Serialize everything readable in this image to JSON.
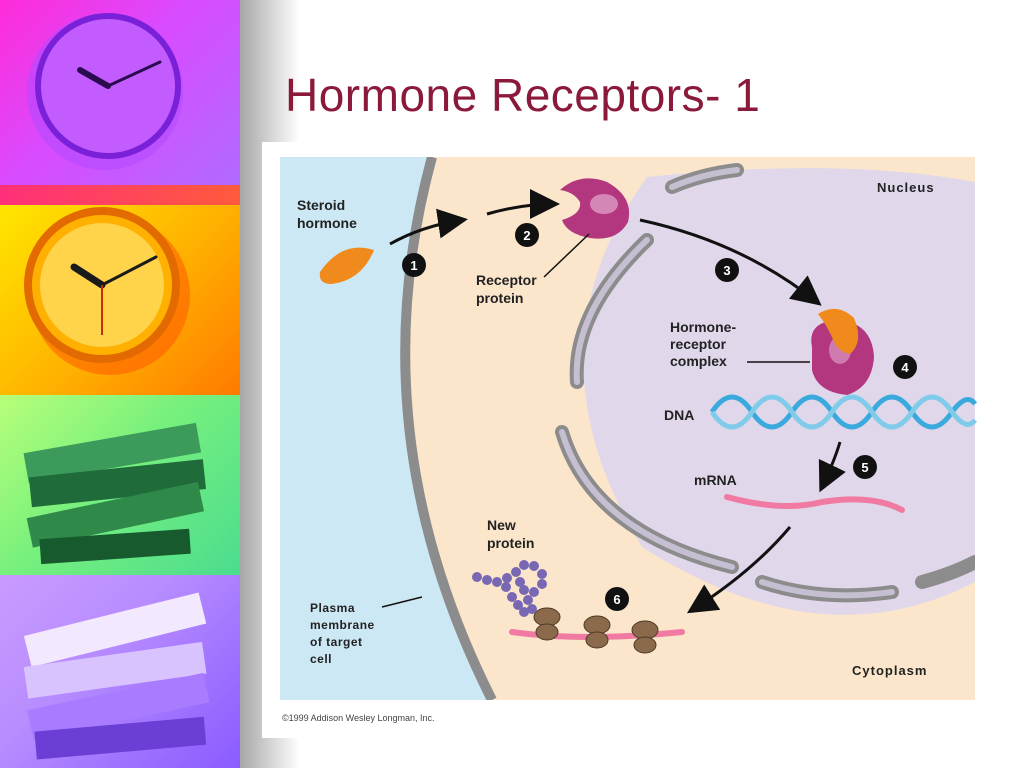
{
  "slide": {
    "title": "Hormone Receptors- 1",
    "copyright": "©1999 Addison Wesley Longman, Inc."
  },
  "diagram": {
    "labels": {
      "steroid_hormone": [
        "Steroid",
        "hormone"
      ],
      "receptor_protein": [
        "Receptor",
        "protein"
      ],
      "nucleus": "Nucleus",
      "hormone_receptor_complex": [
        "Hormone-",
        "receptor",
        "complex"
      ],
      "dna": "DNA",
      "mrna": "mRNA",
      "new_protein": [
        "New",
        "protein"
      ],
      "plasma_membrane": [
        "Plasma",
        "membrane",
        "of target",
        "cell"
      ],
      "cytoplasm": "Cytoplasm"
    },
    "steps": [
      "1",
      "2",
      "3",
      "4",
      "5",
      "6"
    ]
  },
  "colors": {
    "title": "#8b1a3a",
    "extracellular": "#cde8f5",
    "cytoplasm": "#fbe6cc",
    "nucleus": "#e0d8ea",
    "membrane": "#8c8c8c",
    "receptor": "#b2377f",
    "hormone": "#f08a1d",
    "dna": "#3aa9dc",
    "mrna": "#f07aa2",
    "protein_beads": "#7868b4",
    "ribosome": "#8a6a4a"
  }
}
